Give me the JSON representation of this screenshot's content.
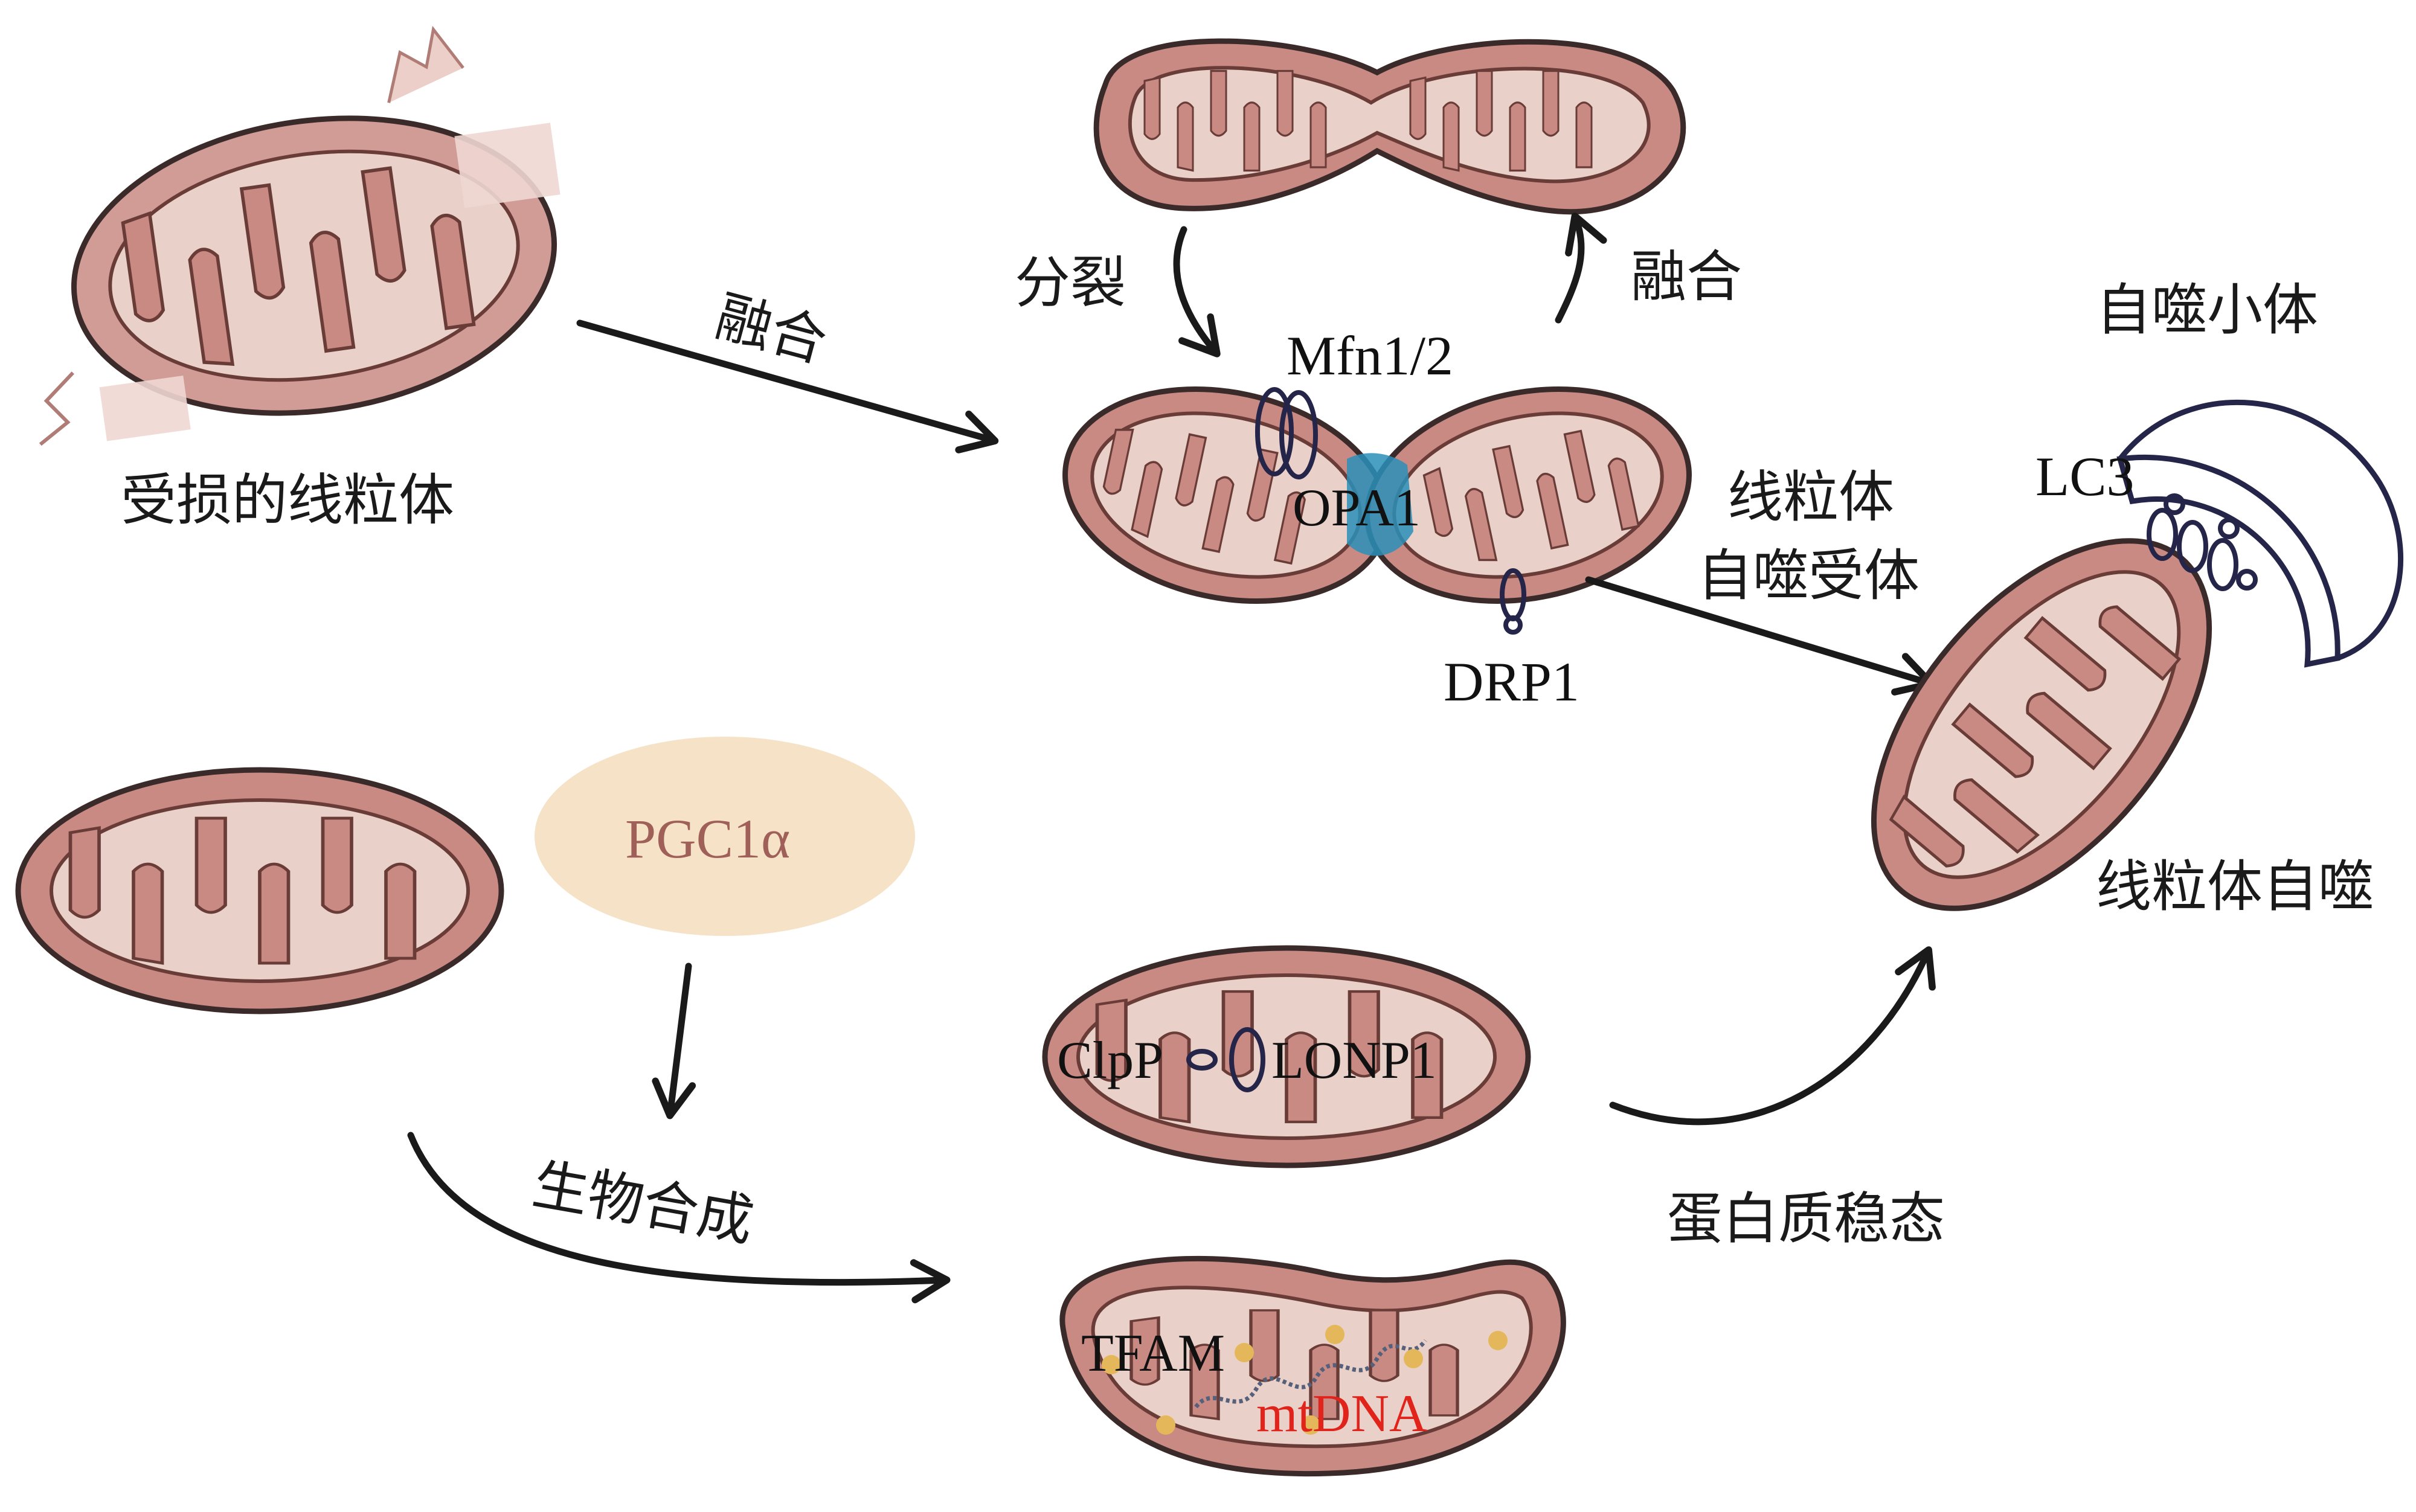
{
  "colors": {
    "membrane": "#c98a84",
    "matrix": "#e9d0c8",
    "edge": "#6a3c38",
    "pgc_fill": "#f6e2c6",
    "pgc_text": "#a0605a",
    "opa1": "#2a8fb8",
    "mtdna_text": "#e0241c",
    "tfam_dot": "#e4b85a"
  },
  "labels": {
    "damaged": "受损的线粒体",
    "fusion_main": "融合",
    "fission": "分裂",
    "fusion_top": "融合",
    "mfn": "Mfn1/2",
    "opa1": "OPA1",
    "drp1": "DRP1",
    "receptor_1": "线粒体",
    "receptor_2": "自噬受体",
    "autophagosome": "自噬小体",
    "lc3": "LC3",
    "mitophagy": "线粒体自噬",
    "pgc": "PGC1α",
    "biogenesis": "生物合成",
    "clpp": "ClpP",
    "lonp1": "LONP1",
    "proteostasis": "蛋白质稳态",
    "tfam": "TFAM",
    "mtdna": "mtDNA"
  }
}
